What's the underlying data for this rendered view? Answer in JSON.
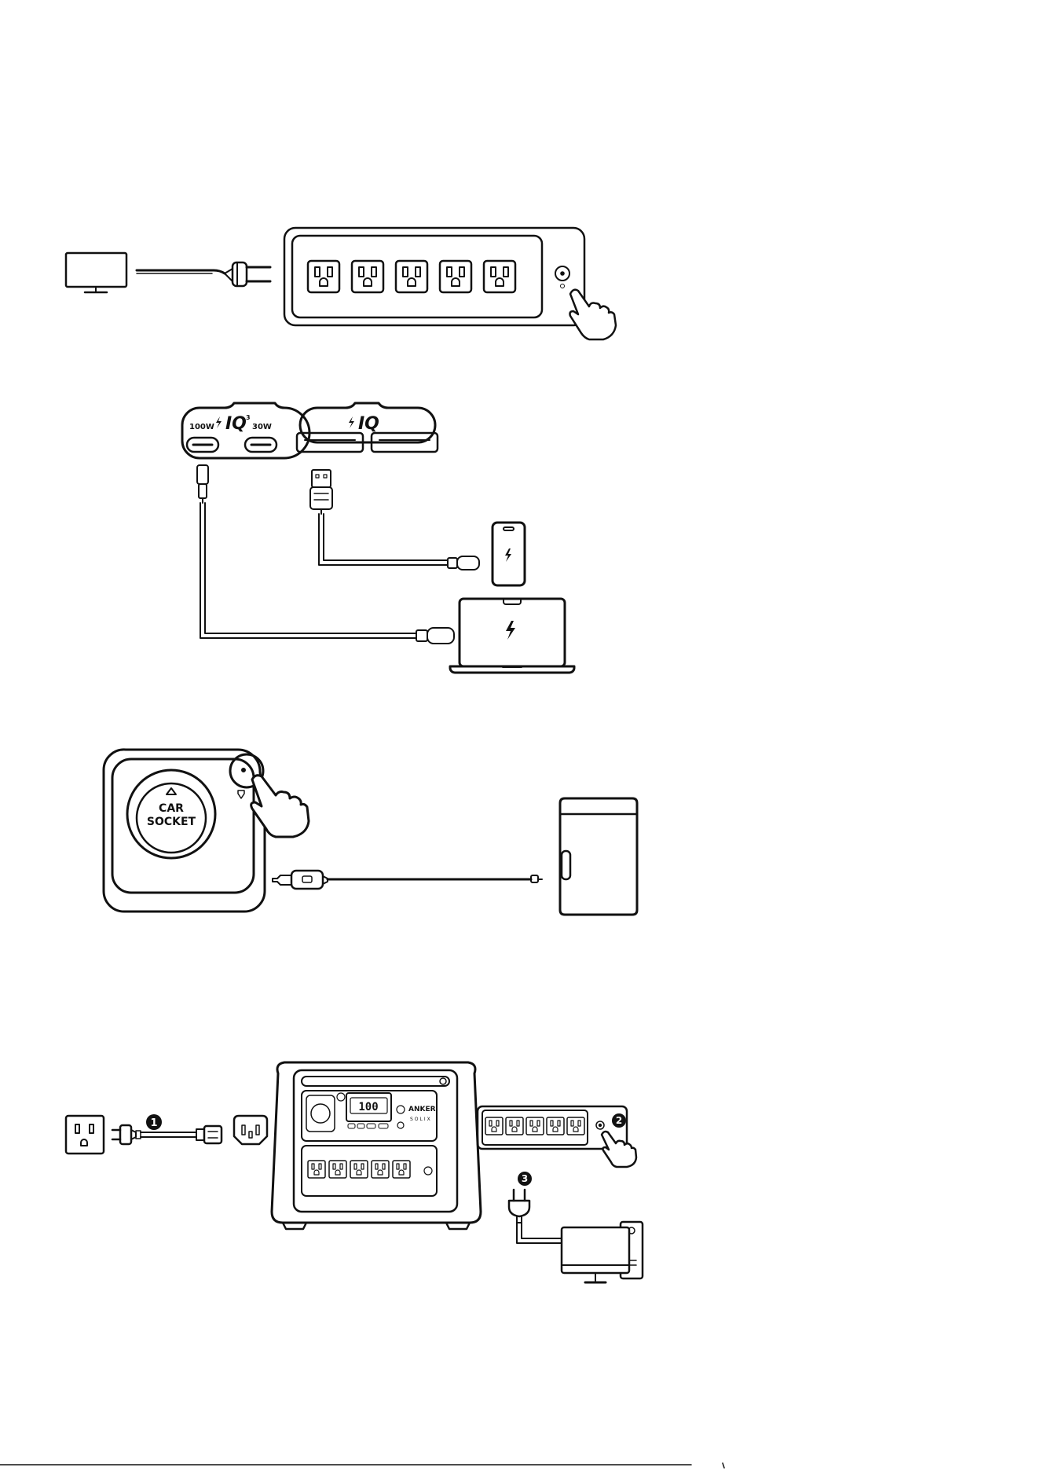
{
  "usb_panel": {
    "usb_c_left_label": "100W",
    "iq3_label": "IQ",
    "iq3_superscript": "3",
    "usb_c_right_label": "30W",
    "iq_label": "IQ"
  },
  "car_socket": {
    "line1": "CAR",
    "line2": "SOCKET"
  },
  "solix": {
    "brand_line1": "ANKER",
    "brand_line2": "SOLIX",
    "display_value": "100"
  },
  "steps": [
    "1",
    "2",
    "3"
  ],
  "colors": {
    "ink": "#111111",
    "background": "#ffffff"
  }
}
